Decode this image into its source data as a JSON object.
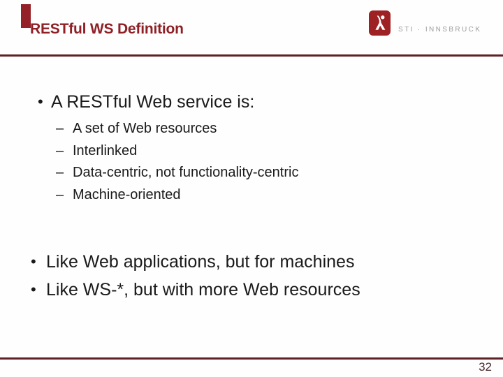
{
  "slide": {
    "title": "RESTful WS Definition",
    "page_number": "32",
    "logo": {
      "text": "STI · INNSBRUCK"
    },
    "bullets": [
      {
        "style": "l1",
        "marker": "•",
        "text": "A RESTful Web service is:"
      },
      {
        "style": "l2",
        "marker": "–",
        "text": "A set of Web resources"
      },
      {
        "style": "l2",
        "marker": "–",
        "text": "Interlinked"
      },
      {
        "style": "l2",
        "marker": "–",
        "text": "Data-centric, not functionality-centric"
      },
      {
        "style": "l2",
        "marker": "–",
        "text": "Machine-oriented"
      },
      {
        "style": "l1b first",
        "marker": "•",
        "text": "Like Web applications, but for machines"
      },
      {
        "style": "l1b",
        "marker": "•",
        "text": "Like WS-*, but with more Web resources"
      }
    ],
    "colors": {
      "title": "#8e2026",
      "divider": "#5f2127",
      "accent_bar": "#942127",
      "logo_square": "#9e2123",
      "logo_text": "#9c9c9c",
      "body_text": "#1a1a1a",
      "page_number": "#47262a"
    }
  }
}
